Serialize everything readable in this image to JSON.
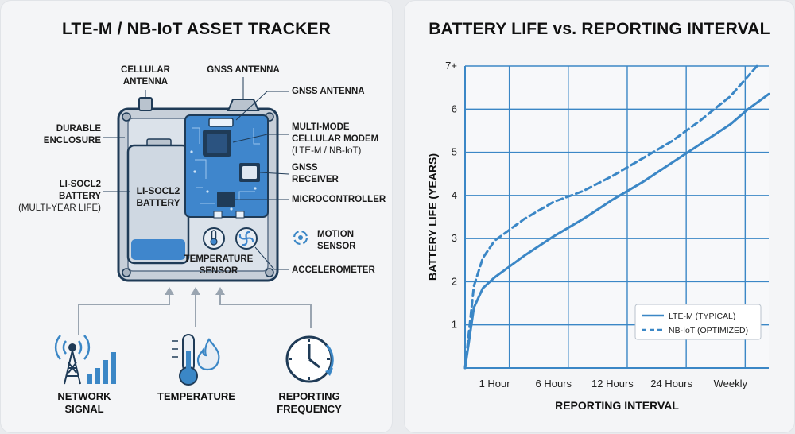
{
  "left": {
    "title": "LTE-M / NB-IoT ASSET TRACKER",
    "labels": {
      "cellular_antenna": "CELLULAR\nANTENNA",
      "gnss_antenna_top": "GNSS ANTENNA",
      "gnss_antenna_side": "GNSS ANTENNA",
      "durable_enclosure": "DURABLE\nENCLOSURE",
      "battery_left_title": "Li-SoCl2\nBATTERY",
      "battery_left_sub": "(MULTI-YEAR LIFE)",
      "battery_inside": "Li-SoCl2\nBATTERY",
      "modem_title": "MULTI-MODE\nCELLULAR MODEM",
      "modem_sub": "(LTE-M / NB-IoT)",
      "gnss_receiver": "GNSS\nRECEIVER",
      "microcontroller": "MICROCONTROLLER",
      "motion_sensor": "MOTION\nSENSOR",
      "temperature_sensor": "TEMPERATURE\nSENSOR",
      "accelerometer": "ACCELEROMETER"
    },
    "inputs": [
      {
        "label": "NETWORK\nSIGNAL",
        "icon": "cell-tower-signal-icon"
      },
      {
        "label": "TEMPERATURE",
        "icon": "thermometer-flame-icon"
      },
      {
        "label": "REPORTING\nFREQUENCY",
        "icon": "clock-icon"
      }
    ]
  },
  "right": {
    "title": "BATTERY LIFE vs. REPORTING INTERVAL"
  },
  "colors": {
    "accent": "#3b87c6",
    "board": "#3f86cc",
    "enclosure": "#c9d1db"
  },
  "chart_data": {
    "type": "line",
    "title": "BATTERY LIFE vs. REPORTING INTERVAL",
    "xlabel": "REPORTING INTERVAL",
    "ylabel": "BATTERY LIFE (YEARS)",
    "x_ticks": [
      "1 Hour",
      "6 Hours",
      "12 Hours",
      "24 Hours",
      "Weekly"
    ],
    "y_ticks": [
      "1",
      "2",
      "3",
      "4",
      "5",
      "6",
      "7+"
    ],
    "ylim": [
      0,
      7
    ],
    "grid": true,
    "legend_position": "bottom-right",
    "series": [
      {
        "name": "LTE-M (TYPICAL)",
        "style": "solid",
        "points": [
          [
            0,
            0
          ],
          [
            0.3,
            1.4
          ],
          [
            0.6,
            1.85
          ],
          [
            1,
            2.1
          ],
          [
            2,
            2.6
          ],
          [
            3,
            3.05
          ],
          [
            4,
            3.45
          ],
          [
            5,
            3.9
          ],
          [
            6,
            4.3
          ],
          [
            7,
            4.75
          ],
          [
            8,
            5.2
          ],
          [
            9,
            5.65
          ],
          [
            9.6,
            6.0
          ],
          [
            10.3,
            6.35
          ]
        ]
      },
      {
        "name": "NB-IoT (OPTIMIZED)",
        "style": "dashed",
        "points": [
          [
            0,
            0
          ],
          [
            0.3,
            1.9
          ],
          [
            0.6,
            2.55
          ],
          [
            1,
            2.95
          ],
          [
            2,
            3.45
          ],
          [
            3,
            3.85
          ],
          [
            4,
            4.1
          ],
          [
            5,
            4.45
          ],
          [
            6,
            4.85
          ],
          [
            7,
            5.25
          ],
          [
            8,
            5.75
          ],
          [
            9,
            6.3
          ],
          [
            9.9,
            7.0
          ]
        ]
      }
    ]
  }
}
